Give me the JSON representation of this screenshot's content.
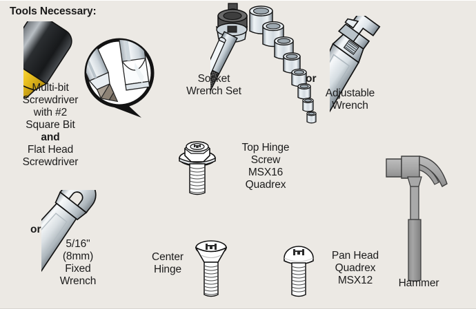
{
  "page": {
    "title": "Tools Necessary:",
    "background_color": "#ece9e4",
    "text_color": "#1b1b1b"
  },
  "labels": {
    "screwdriver": "Multi-bit\nScrewdriver\nwith #2\nSquare Bit",
    "screwdriver_and": "and",
    "screwdriver_flat": "Flat Head\nScrewdriver",
    "socket_wrench": "Socket\nWrench Set",
    "or_adjustable": "or",
    "adjustable_wrench": "Adjustable\nWrench",
    "top_hinge_screw": "Top Hinge\nScrew\nMSX16\nQuadrex",
    "or_fixed": "or",
    "fixed_wrench": "5/16\"\n(8mm)\nFixed\nWrench",
    "center_hinge": "Center\nHinge",
    "pan_head": "Pan Head\nQuadrex\nMSX12",
    "hammer": "Hammer"
  },
  "icons": {
    "screwdriver": "screwdriver-icon",
    "magnifier": "magnifier-circle-icon",
    "socket_set": "socket-wrench-set-icon",
    "adjustable_wrench": "adjustable-wrench-icon",
    "hex_bolt": "hex-flange-bolt-icon",
    "fixed_wrench": "combination-wrench-icon",
    "flat_head_screw": "flat-head-screw-icon",
    "pan_head_screw": "pan-head-screw-icon",
    "hammer": "claw-hammer-icon"
  },
  "colors": {
    "metal_light": "#eef2f5",
    "metal_mid": "#c9d2d8",
    "metal_dark": "#8e9aa3",
    "outline": "#1a1a1a",
    "handle_black": "#2b2b2b",
    "handle_yellow": "#f2d13b",
    "hammer_gray": "#9a9a9a"
  }
}
